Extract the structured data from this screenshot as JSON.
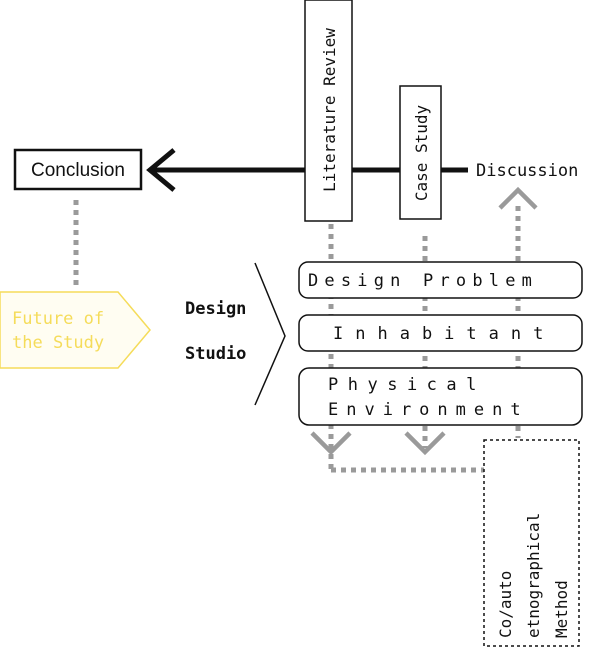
{
  "flow": {
    "conclusion": "Conclusion",
    "discussion": "Discussion",
    "literature_review": "Literature Review",
    "case_study": "Case Study"
  },
  "future": {
    "line1": "Future of",
    "line2": "the Study"
  },
  "design_studio": {
    "line1": "Design",
    "line2": "Studio",
    "items": [
      {
        "label": "Design Problem"
      },
      {
        "label": "Inhabitant"
      },
      {
        "label": "Physical",
        "label2": "Environment"
      }
    ]
  },
  "method": {
    "line1": "Co/auto",
    "line2": "etnographical",
    "line3": "Method"
  },
  "colors": {
    "ink": "#111111",
    "dotted_gray": "#9a9a9a",
    "future_yellow": "#f5dc5a",
    "future_fill": "#fffdf2"
  }
}
